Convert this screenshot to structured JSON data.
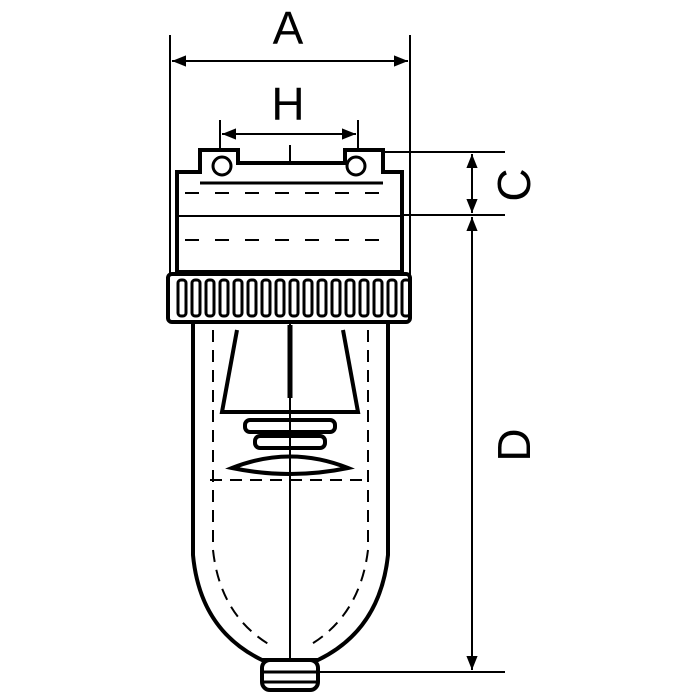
{
  "dimensions": {
    "a": "A",
    "h": "H",
    "c": "C",
    "d": "D"
  },
  "colors": {
    "line": "#000000",
    "background": "#ffffff"
  }
}
